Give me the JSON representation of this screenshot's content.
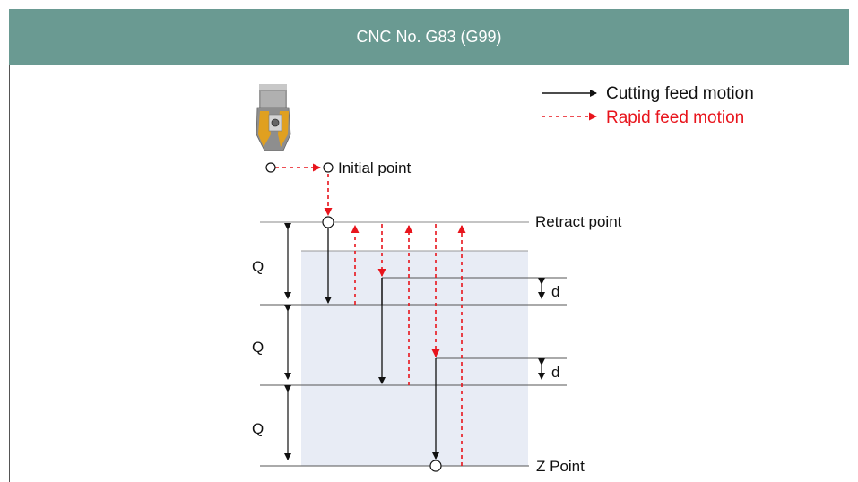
{
  "header": {
    "title": "CNC No. G83 (G99)"
  },
  "legend": {
    "cutting": "Cutting feed motion",
    "rapid": "Rapid feed motion"
  },
  "labels": {
    "initial_point": "Initial point",
    "retract_point": "Retract point",
    "z_point": "Z Point",
    "q1": "Q",
    "q2": "Q",
    "q3": "Q",
    "d1": "d",
    "d2": "d"
  },
  "colors": {
    "header": "#6a9a92",
    "cutting": "#111111",
    "rapid": "#e8141c",
    "workpiece": "#e8ecf5"
  }
}
